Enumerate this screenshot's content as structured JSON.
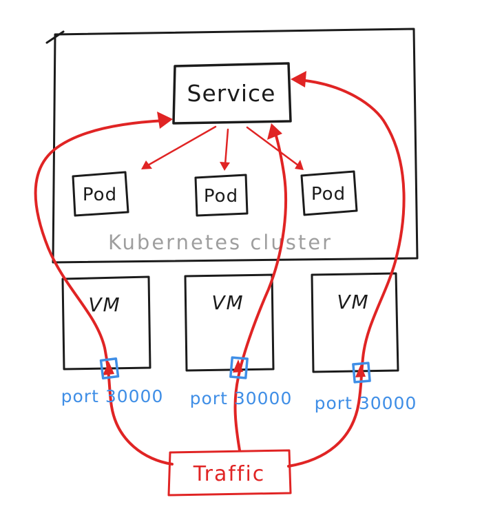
{
  "diagram": {
    "title_hint": "Kubernetes NodePort traffic diagram",
    "cluster_label": "Kubernetes cluster",
    "service_label": "Service",
    "pod_labels": [
      "Pod",
      "Pod",
      "Pod"
    ],
    "vm_labels": [
      "VM",
      "VM",
      "VM"
    ],
    "port_labels": [
      "port 30000",
      "port 30000",
      "port 30000"
    ],
    "traffic_label": "Traffic",
    "colors": {
      "ink": "#1b1b1b",
      "cluster_gray": "#9e9e9e",
      "red": "#e02424",
      "blue": "#3f8ee6"
    }
  }
}
